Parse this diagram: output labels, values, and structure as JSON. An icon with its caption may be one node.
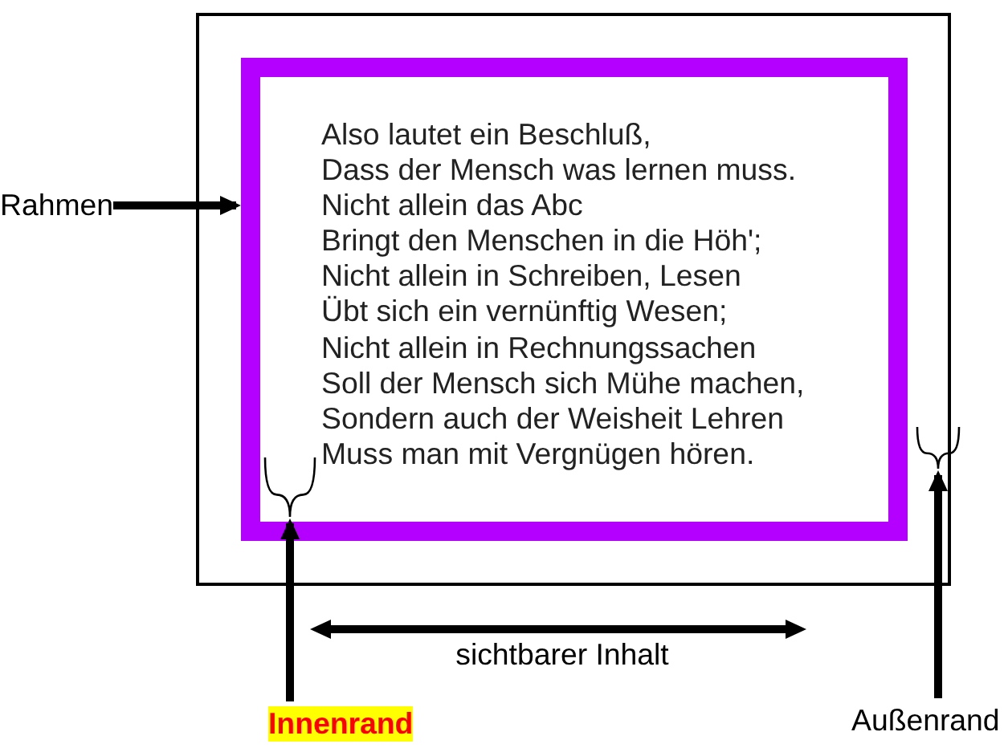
{
  "diagram": {
    "nodes": [
      {
        "text": [],
        "shape": "box"
      },
      {
        "text": [
          "Also lautet ein Beschluß,",
          "Dass der Mensch was lernen muss.",
          "Nicht allein das Abc",
          "Bringt den Menschen in die Höh';",
          "Nicht allein in Schreiben, Lesen",
          "Übt sich ein vernünftig Wesen;",
          "Nicht allein in Rechnungssachen",
          "Soll der Mensch sich Mühe machen,",
          "Sondern auch der Weisheit Lehren",
          "Muss man mit Vergnügen hören."
        ],
        "in": 0
      },
      {
        "text": [
          "Rahmen"
        ]
      },
      {
        "text": [],
        "shape": "bracket",
        "in": 1
      },
      {
        "text": [],
        "shape": "bracket"
      },
      {
        "text": [
          "Innenrand"
        ]
      },
      {
        "text": [
          "Außenrand"
        ]
      }
    ],
    "edges": [
      {
        "from": 2,
        "to": 1,
        "arrow": "to"
      },
      {
        "from": 5,
        "to": 3,
        "arrow": "to"
      },
      {
        "from": 6,
        "to": 4,
        "arrow": "to"
      }
    ],
    "labels": [
      "sichtbarer Inhalt"
    ]
  }
}
